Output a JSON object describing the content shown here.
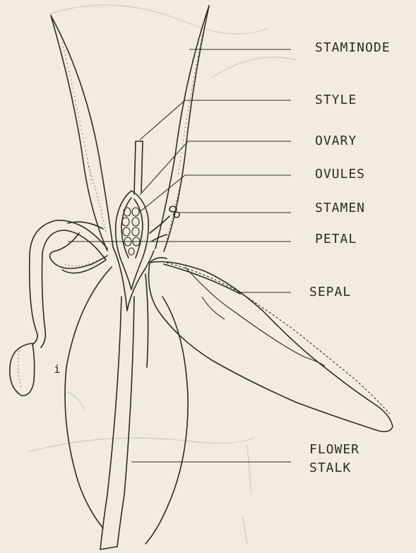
{
  "labels": {
    "staminode": "STAMINODE",
    "style": "STYLE",
    "ovary": "OVARY",
    "ovules": "OVULES",
    "stamen": "STAMEN",
    "petal": "PETAL",
    "sepal": "SEPAL",
    "flower_stalk_line1": "FLOWER",
    "flower_stalk_line2": "STALK",
    "mark_i": "i"
  },
  "colors": {
    "paper": "#f1ecdd",
    "ink": "#2b2b2b"
  }
}
